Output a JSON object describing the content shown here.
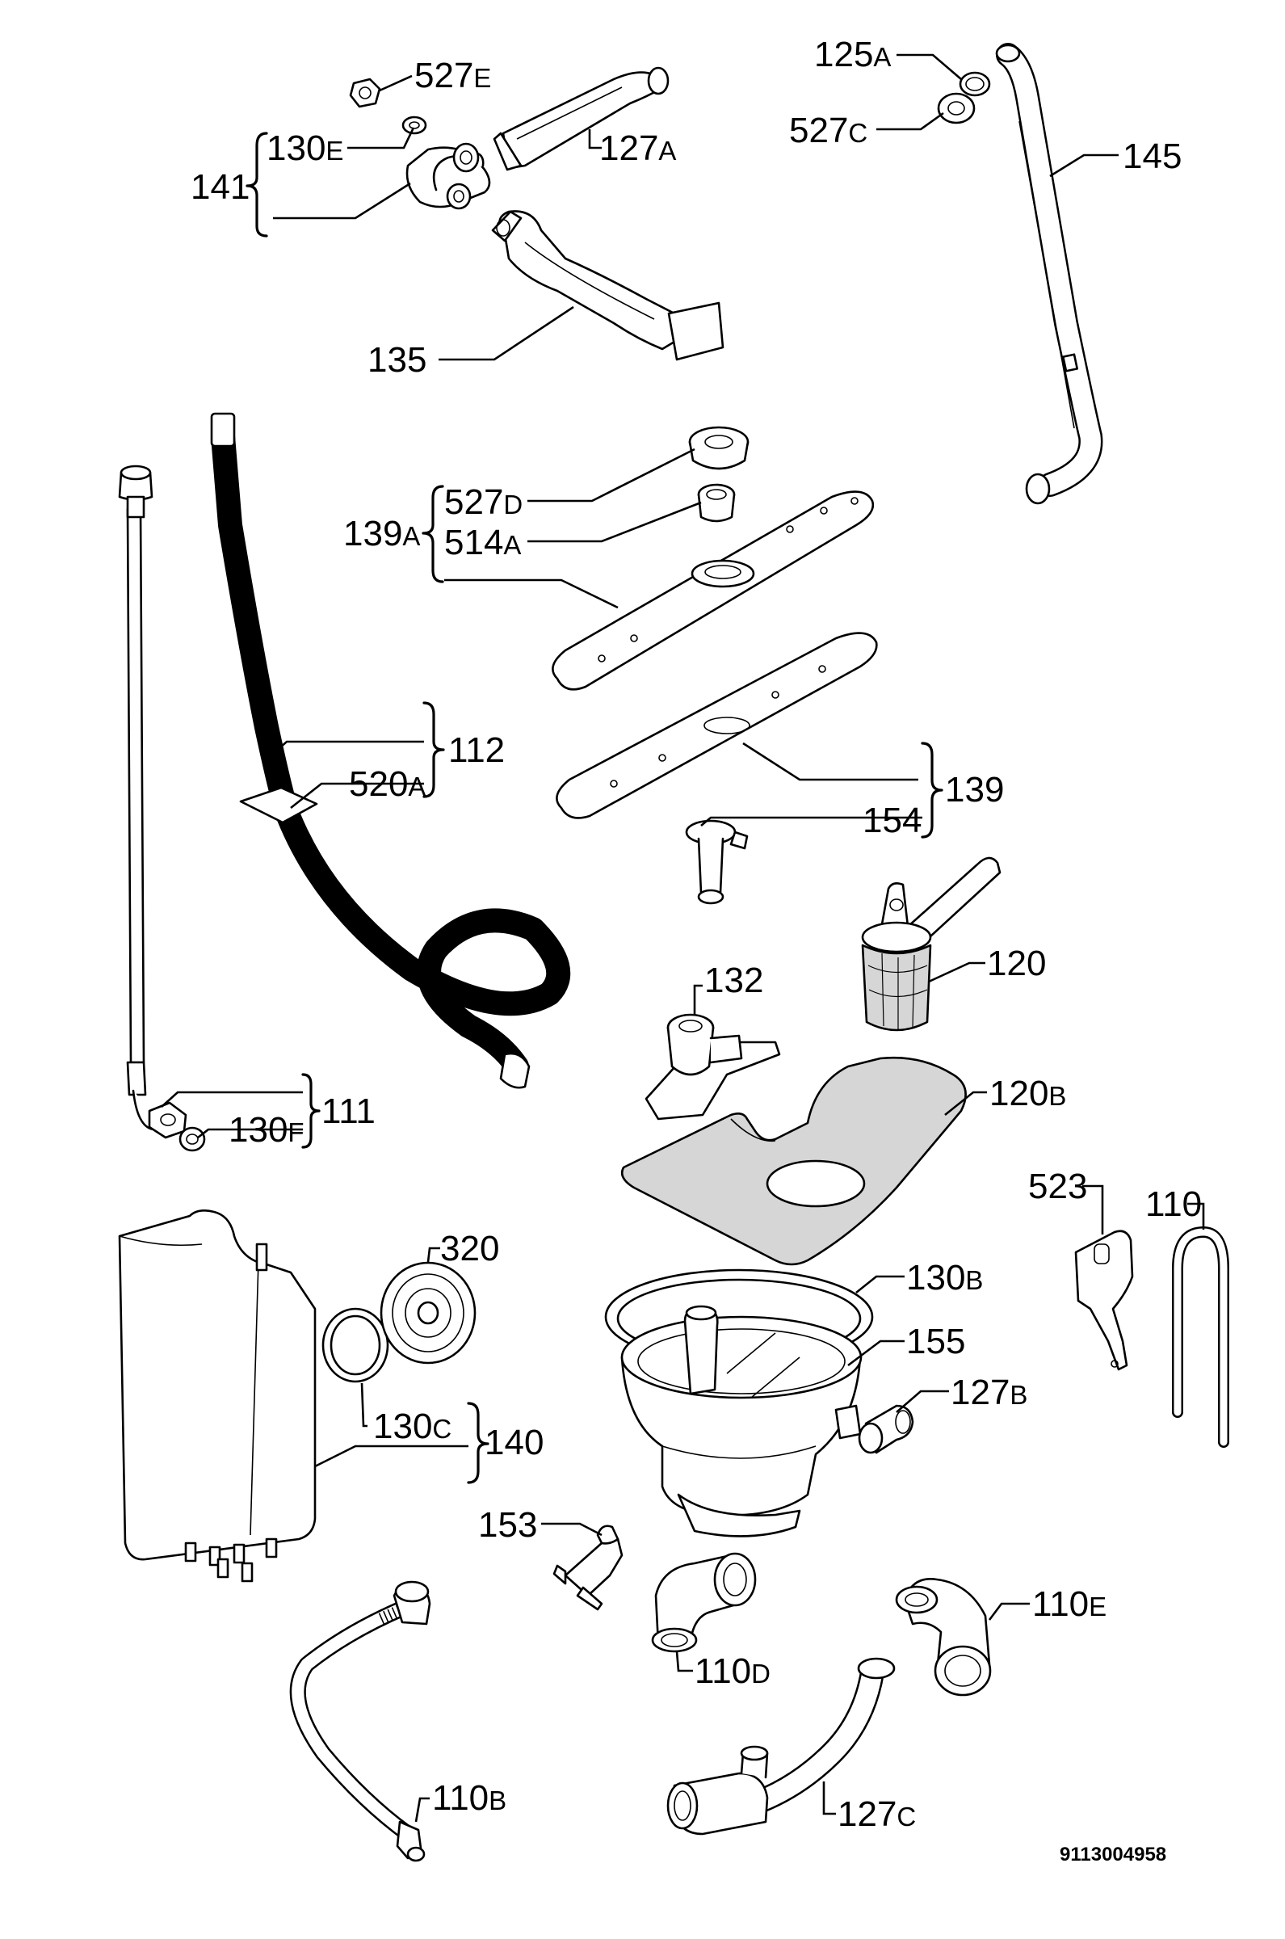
{
  "labels": {
    "p527e": {
      "num": "527",
      "suffix": "E"
    },
    "p130e": {
      "num": "130",
      "suffix": "E"
    },
    "p141": {
      "num": "141",
      "suffix": ""
    },
    "p127a": {
      "num": "127",
      "suffix": "A"
    },
    "p135": {
      "num": "135",
      "suffix": ""
    },
    "p125a": {
      "num": "125",
      "suffix": "A"
    },
    "p527c": {
      "num": "527",
      "suffix": "C"
    },
    "p145": {
      "num": "145",
      "suffix": ""
    },
    "p527d": {
      "num": "527",
      "suffix": "D"
    },
    "p514a": {
      "num": "514",
      "suffix": "A"
    },
    "p139a": {
      "num": "139",
      "suffix": "A"
    },
    "p112": {
      "num": "112",
      "suffix": ""
    },
    "p520a": {
      "num": "520",
      "suffix": "A"
    },
    "p139": {
      "num": "139",
      "suffix": ""
    },
    "p154": {
      "num": "154",
      "suffix": ""
    },
    "p132": {
      "num": "132",
      "suffix": ""
    },
    "p120": {
      "num": "120",
      "suffix": ""
    },
    "p111": {
      "num": "111",
      "suffix": ""
    },
    "p130f": {
      "num": "130",
      "suffix": "F"
    },
    "p120b": {
      "num": "120",
      "suffix": "B"
    },
    "p523": {
      "num": "523",
      "suffix": ""
    },
    "p110": {
      "num": "110",
      "suffix": ""
    },
    "p320": {
      "num": "320",
      "suffix": ""
    },
    "p130b": {
      "num": "130",
      "suffix": "B"
    },
    "p155": {
      "num": "155",
      "suffix": ""
    },
    "p127b": {
      "num": "127",
      "suffix": "B"
    },
    "p130c": {
      "num": "130",
      "suffix": "C"
    },
    "p140": {
      "num": "140",
      "suffix": ""
    },
    "p153": {
      "num": "153",
      "suffix": ""
    },
    "p110e": {
      "num": "110",
      "suffix": "E"
    },
    "p110d": {
      "num": "110",
      "suffix": "D"
    },
    "p127c": {
      "num": "127",
      "suffix": "C"
    },
    "p110b": {
      "num": "110",
      "suffix": "B"
    }
  },
  "document_number": "9113004958",
  "colors": {
    "line": "#000000",
    "background": "#ffffff",
    "filter_mesh": "#d6d6d6"
  }
}
